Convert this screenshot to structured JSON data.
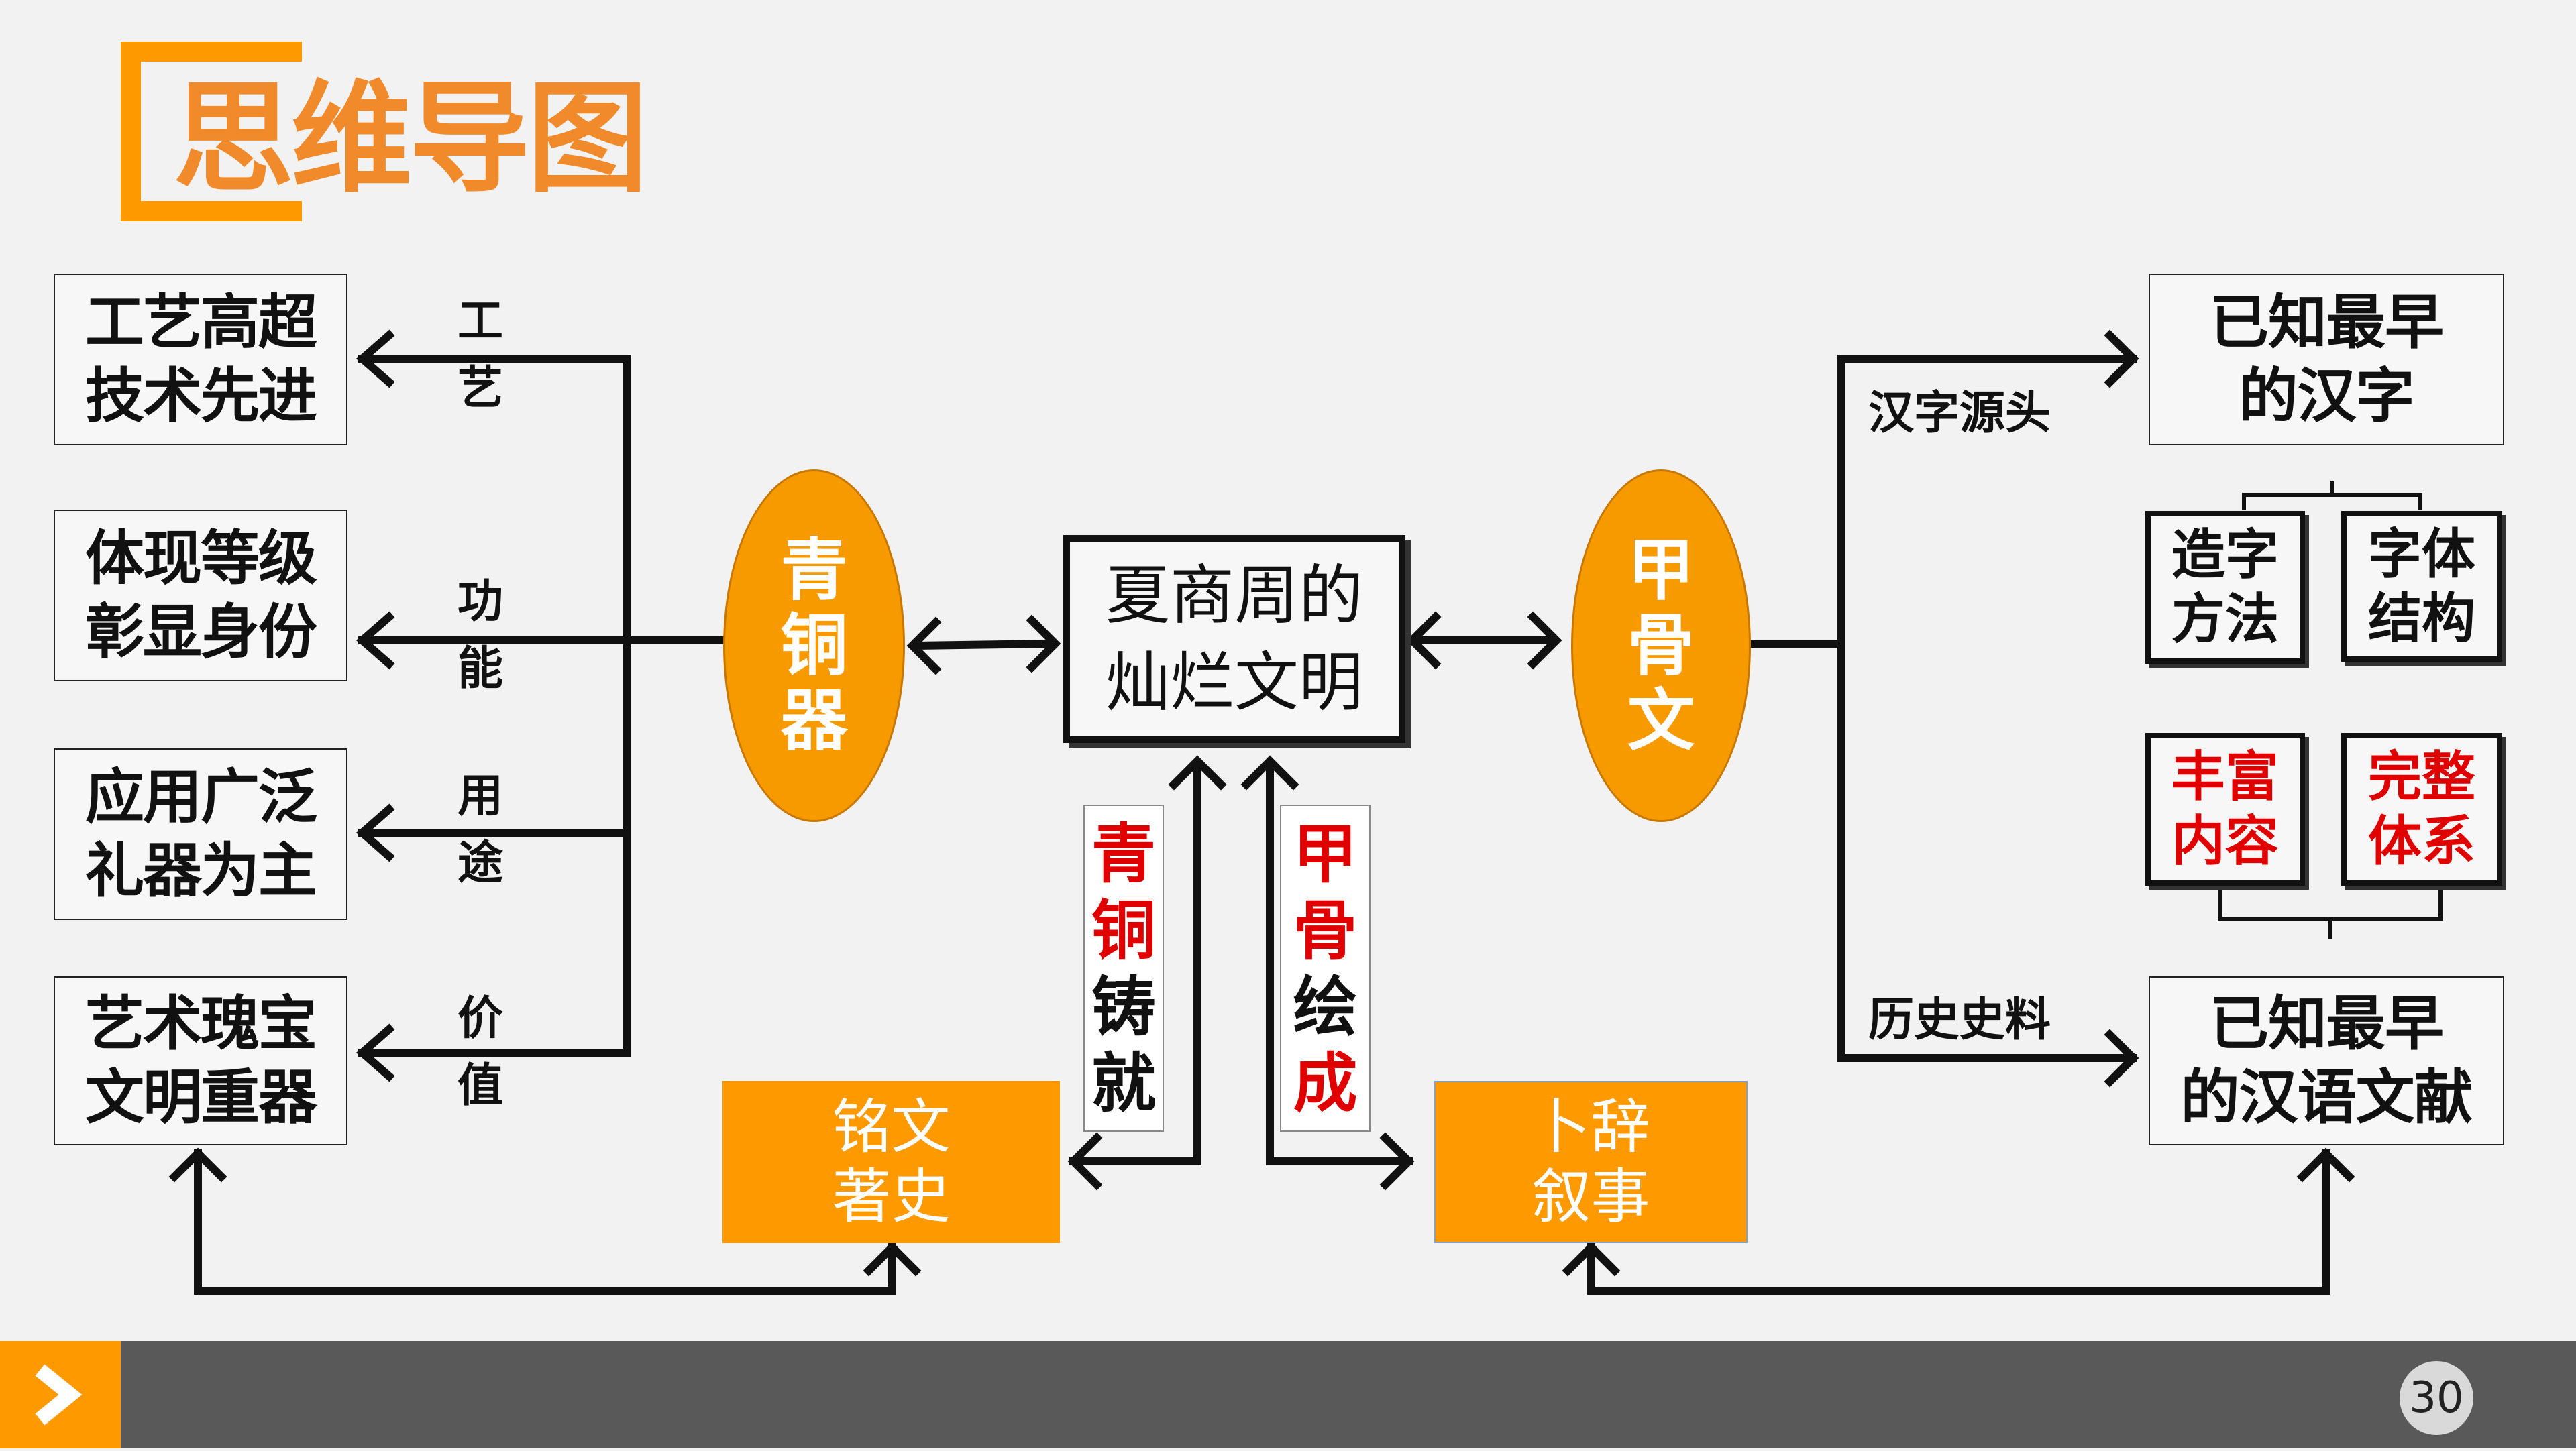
{
  "title": "思维导图",
  "center": {
    "line1": "夏商周的",
    "line2": "灿烂文明"
  },
  "ovals": {
    "bronze": "青铜器",
    "oracle": "甲骨文"
  },
  "left_boxes": [
    {
      "line1": "工艺高超",
      "line2": "技术先进"
    },
    {
      "line1": "体现等级",
      "line2": "彰显身份"
    },
    {
      "line1": "应用广泛",
      "line2": "礼器为主"
    },
    {
      "line1": "艺术瑰宝",
      "line2": "文明重器"
    }
  ],
  "left_labels": [
    {
      "c1": "工",
      "c2": "艺"
    },
    {
      "c1": "功",
      "c2": "能"
    },
    {
      "c1": "用",
      "c2": "途"
    },
    {
      "c1": "价",
      "c2": "值"
    }
  ],
  "bottom_boxes": {
    "inscription": {
      "line1": "铭文",
      "line2": "著史"
    },
    "divination": {
      "line1": "卜辞",
      "line2": "叙事"
    }
  },
  "vertical_boxes": {
    "bronze_cast": {
      "red": "青铜",
      "black": "铸就"
    },
    "oracle_draw": {
      "red1": "甲骨",
      "black": "绘",
      "red2": "成"
    }
  },
  "right_boxes": [
    {
      "line1": "已知最早",
      "line2": "的汉字"
    },
    {
      "line1": "已知最早",
      "line2": "的汉语文献"
    }
  ],
  "right_labels": {
    "top": "汉字源头",
    "bottom": "历史史料"
  },
  "small_boxes": [
    {
      "line1": "造字",
      "line2": "方法",
      "color": "#111111"
    },
    {
      "line1": "字体",
      "line2": "结构",
      "color": "#111111"
    },
    {
      "line1": "丰富",
      "line2": "内容",
      "color": "#e00000"
    },
    {
      "line1": "完整",
      "line2": "体系",
      "color": "#e00000"
    }
  ],
  "footer": {
    "page_number": "30",
    "next_icon": "chevron-right-icon"
  },
  "colors": {
    "accent": "#ff9900",
    "oval": "#f79a00",
    "footer_bar": "#595959",
    "red_text": "#e00000"
  }
}
